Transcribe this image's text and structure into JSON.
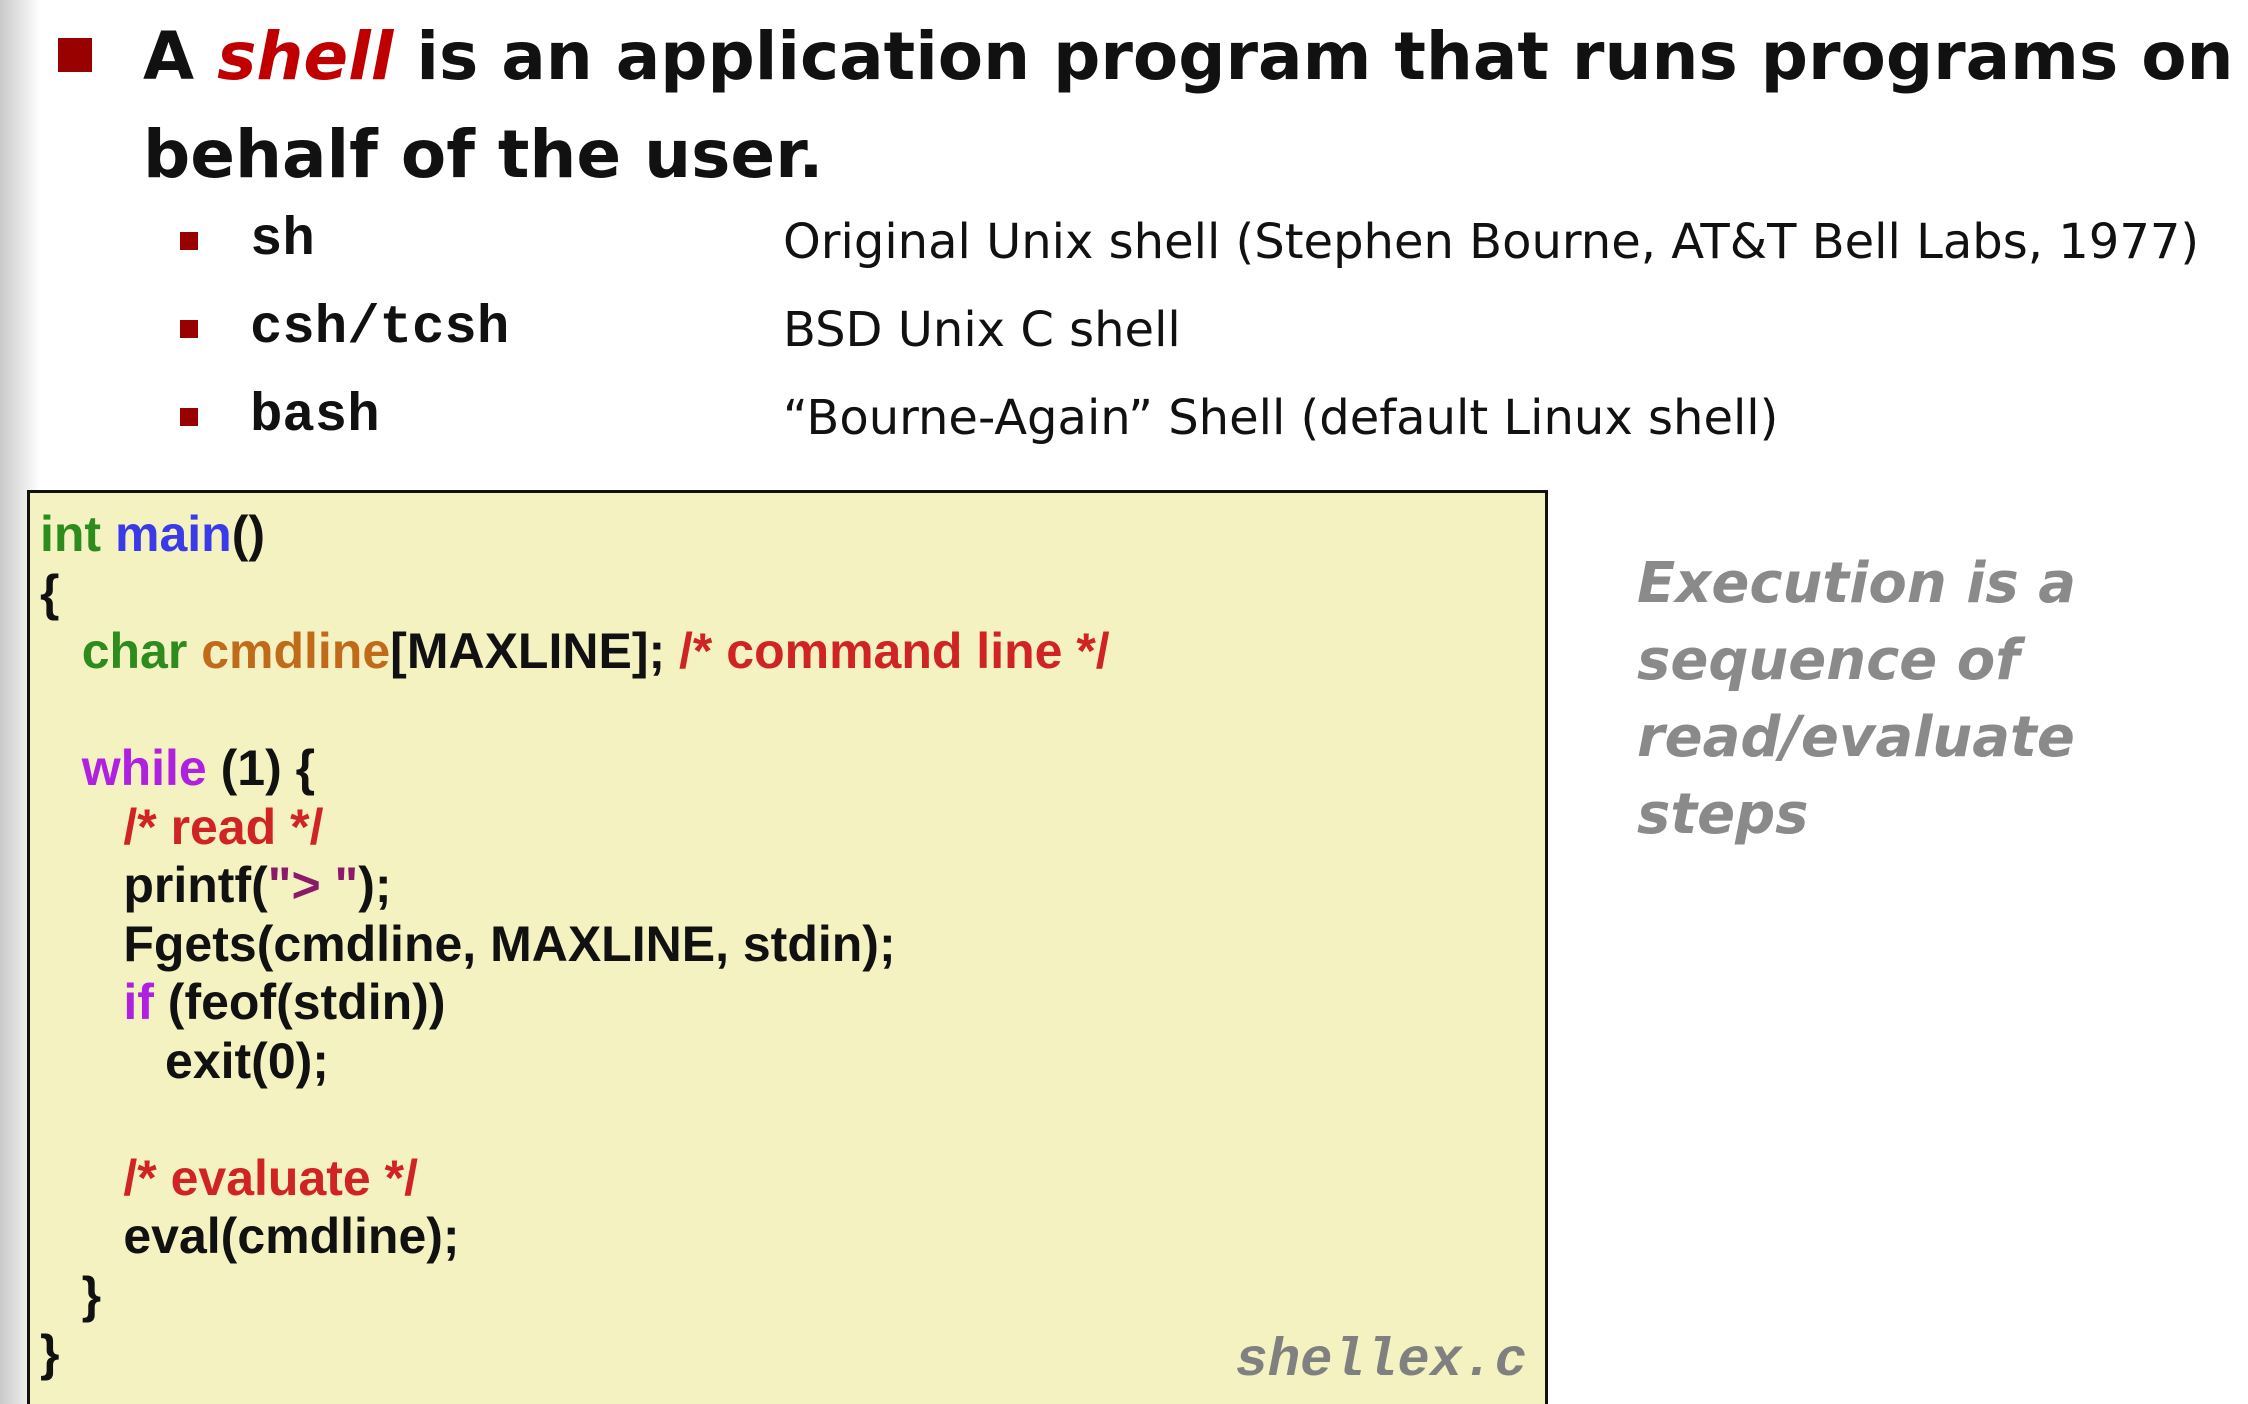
{
  "headline": {
    "part1": "A ",
    "emphasis": "shell",
    "part2": " is an application program that runs programs on behalf of the user."
  },
  "shells": [
    {
      "name": "sh",
      "description": "Original Unix shell (Stephen Bourne, AT&T Bell Labs, 1977)"
    },
    {
      "name": "csh/tcsh",
      "description": "BSD Unix C shell"
    },
    {
      "name": "bash",
      "description": "“Bourne-Again” Shell   (default Linux shell)"
    }
  ],
  "code": {
    "filename": "shellex.c",
    "l1_type": "int",
    "l1_func": "main",
    "l1_rest": "()",
    "l2": "{",
    "l3_indent": "   ",
    "l3_type": "char",
    "l3_var": "cmdline",
    "l3_rest": "[MAXLINE]; ",
    "l3_comment": "/* command line */",
    "l5_indent": "   ",
    "l5_kw": "while",
    "l5_rest": " (1) {",
    "l6_indent": "      ",
    "l6_comment": "/* read */",
    "l7_indent": "      ",
    "l7_pre": "printf(",
    "l7_str": "\"> \"",
    "l7_post": ");",
    "l8": "      Fgets(cmdline, MAXLINE, stdin);",
    "l9_indent": "      ",
    "l9_kw": "if",
    "l9_rest": " (feof(stdin))",
    "l10": "         exit(0);",
    "l12_indent": "      ",
    "l12_comment": "/* evaluate */",
    "l13": "      eval(cmdline);",
    "l14": "   }",
    "l15": "}"
  },
  "side_note": "Execution is a sequence of read/evaluate steps",
  "colors": {
    "bullet": "#990000",
    "emphasis": "#c00000",
    "code_background": "#f5f2c2",
    "comment": "#d02424",
    "type_keyword": "#2e8b1e",
    "function_name": "#3a3ae8",
    "variable": "#c06a1a",
    "control_keyword": "#b020e0",
    "string": "#8b1a6b",
    "side_note": "#8a8a8a"
  }
}
